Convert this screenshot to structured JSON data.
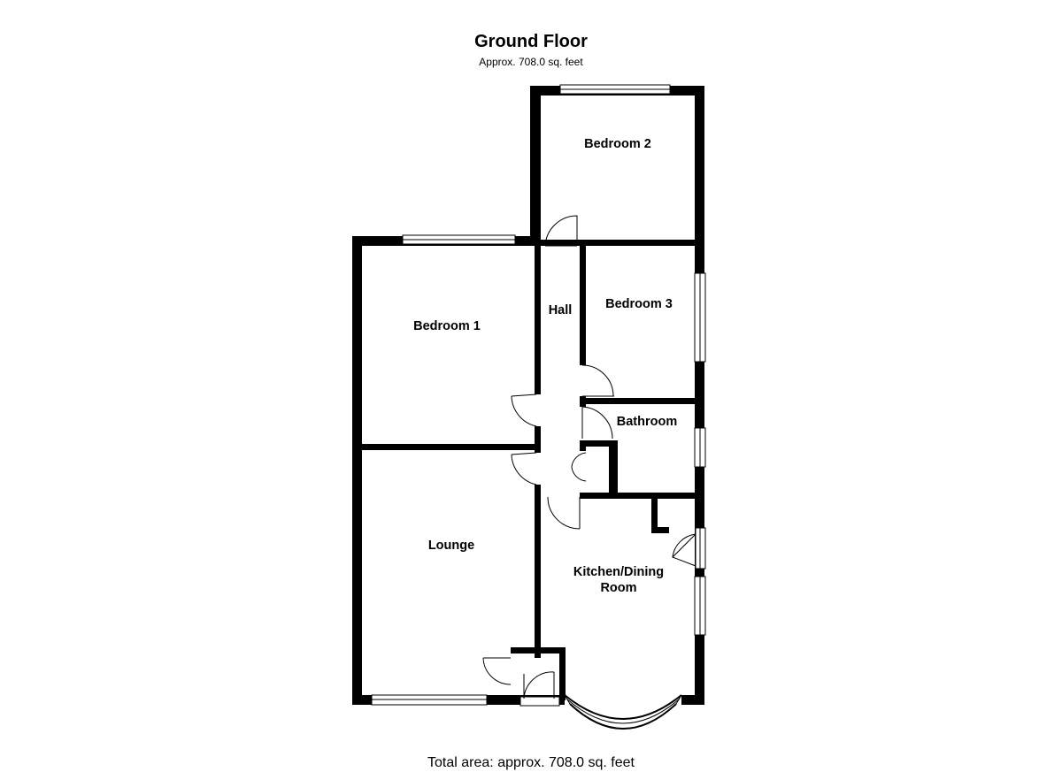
{
  "header": {
    "title": "Ground Floor",
    "subtitle": "Approx. 708.0 sq. feet"
  },
  "rooms": {
    "bedroom_2": "Bedroom 2",
    "bedroom_1": "Bedroom 1",
    "hall": "Hall",
    "bedroom_3": "Bedroom 3",
    "bathroom": "Bathroom",
    "lounge": "Lounge",
    "kitchen_line1": "Kitchen/Dining",
    "kitchen_line2": "Room"
  },
  "footer": {
    "total_area": "Total area: approx. 708.0 sq. feet"
  },
  "colors": {
    "wall": "#000000",
    "background": "#ffffff"
  }
}
